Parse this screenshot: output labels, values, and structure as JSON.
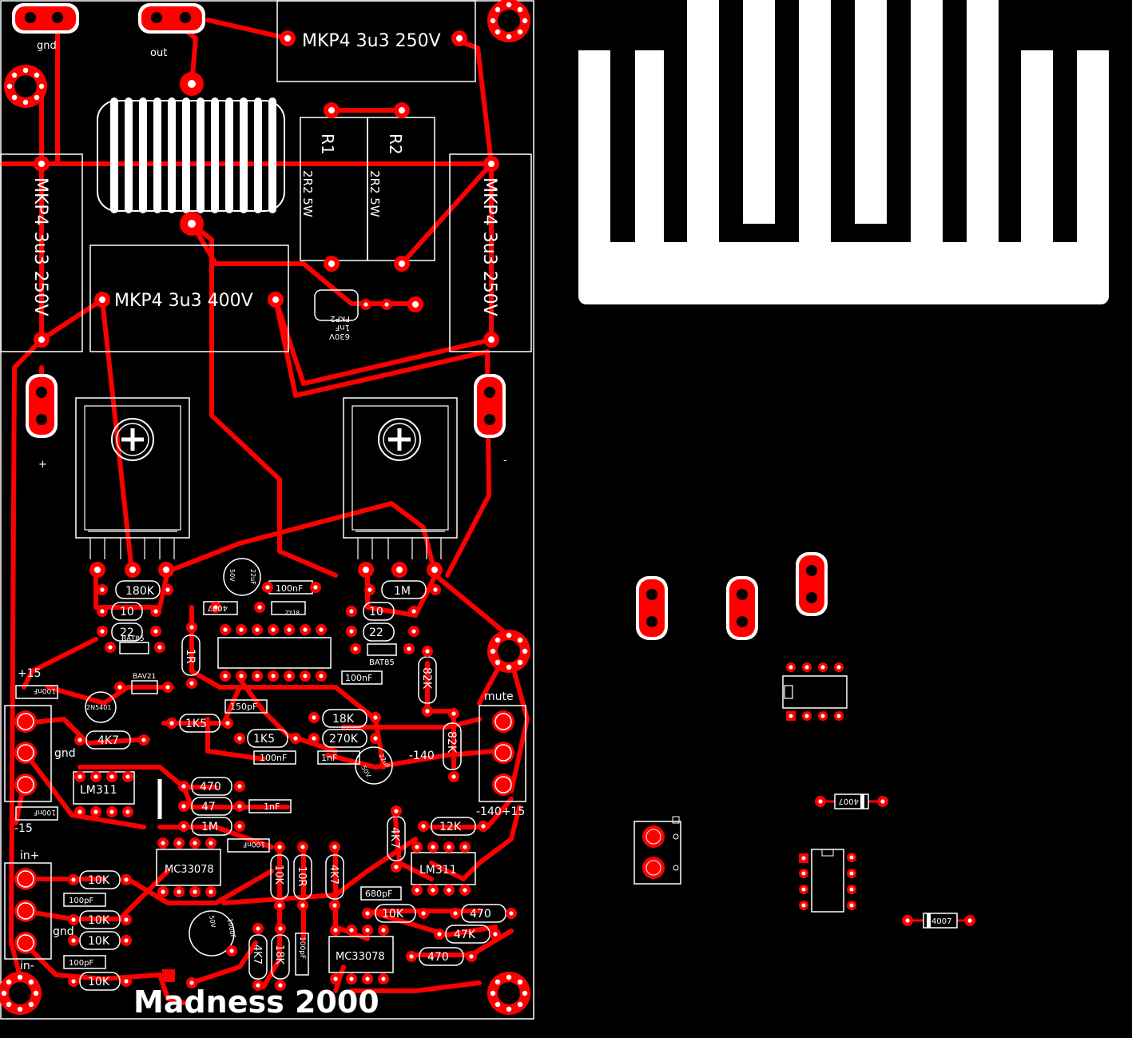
{
  "board": {
    "title": "Madness 2000",
    "colors": {
      "background": "#000000",
      "copper": "#ff0000",
      "silkscreen": "#ffffff"
    }
  },
  "terminals": {
    "gnd_top": "gnd",
    "out": "out",
    "plus": "+",
    "minus": "-",
    "plus15": "+15",
    "gnd_power": "gnd",
    "minus15": "-15",
    "in_plus": "in+",
    "gnd_in": "gnd",
    "in_minus": "in-",
    "mute": "mute",
    "minus140": "-140",
    "minus140_plus15": "-140+15"
  },
  "components": {
    "cap_top": "MKP4 3u3 250V",
    "cap_left": "MKP4 3u3 250V",
    "cap_right": "MKP4 3u3 250V",
    "cap_mid": "MKP4 3u3 400V",
    "r1": "R1",
    "r2": "R2",
    "r1_val": "2R2 5W",
    "r2_val": "2R2 5W",
    "fkp2_lines": [
      "630V",
      "1nF",
      "FKP2"
    ],
    "r_180k": "180K",
    "r_10_left": "10",
    "r_22_left": "22",
    "bat_left": "BAT85",
    "r_1m_top": "1M",
    "r_10_right": "10",
    "r_22_right": "22",
    "bat_right": "BAT85",
    "ecap_22u_top": [
      "22uF",
      "50V"
    ],
    "cap_100n_1": "100nF",
    "diode_4007_a": "4007",
    "zener": "ZY18",
    "r_1r": "1R",
    "r_82k_a": "82K",
    "r_82k_b": "82K",
    "cap_100n_2": "100nF",
    "bav21": "BAV21",
    "q_2n5401": "2N5401",
    "cap_100n_3": "100nF",
    "r_1k5_a": "1K5",
    "r_1k5_b": "1K5",
    "cap_150p": "150pF",
    "r_18k": "18K",
    "r_270k": "270K",
    "cap_100n_4": "100nF",
    "cap_1n_a": "1nF",
    "ecap_22u_bot": [
      "22uF",
      "50V"
    ],
    "r_4k7_a": "4K7",
    "lm311_a": "LM311",
    "cap_100n_5": "100nF",
    "r_470_a": "470",
    "r_47": "47",
    "r_1m_b": "1M",
    "cap_1n_b": "1nF",
    "cap_100n_6": "100nF",
    "r_4k7_b": "4K7",
    "r_12k": "12K",
    "mc33078_a": "MC33078",
    "r_10k_v": "10K",
    "r_10r_v": "10R",
    "r_4k7_v": "4K7",
    "lm311_b": "LM311",
    "r_10k_1": "10K",
    "cap_100p_1": "100pF",
    "r_10k_2": "10K",
    "r_10k_3": "10K",
    "cap_100p_2": "100pF",
    "r_10k_4": "10K",
    "ecap_100u": [
      "100uF",
      "50V"
    ],
    "r_4k7_c": "4K7",
    "r_18k_v": "18K",
    "cap_100p_v": "100pF",
    "cap_680p": "680pF",
    "r_10k_5": "10K",
    "r_470_b": "470",
    "r_47k": "47K",
    "mc33078_b": "MC33078",
    "r_470_c": "470",
    "diode_4007_b": "4007",
    "diode_4007_c": "4007"
  }
}
